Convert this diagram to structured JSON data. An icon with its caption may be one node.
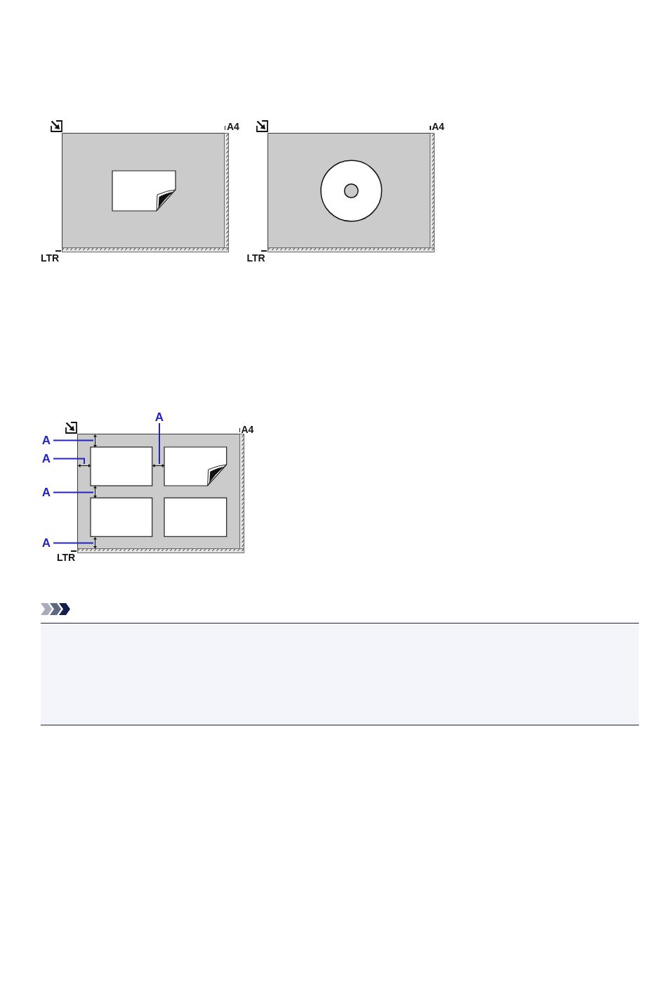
{
  "diagram": {
    "nodes": [
      {
        "text": [
          "A"
        ]
      },
      {
        "text": [
          "A"
        ]
      },
      {
        "text": [
          "A"
        ]
      },
      {
        "text": [
          "A"
        ]
      },
      {
        "text": [
          "A"
        ]
      },
      {
        "text": [],
        "shape": "arrow"
      },
      {
        "text": [],
        "shape": "arrow"
      },
      {
        "text": [],
        "shape": "arrow"
      },
      {
        "text": [],
        "shape": "arrow"
      },
      {
        "text": [],
        "shape": "arrow"
      }
    ],
    "edges": [
      {
        "from": 0,
        "to": 7,
        "arrow": "none"
      },
      {
        "from": 1,
        "to": 5,
        "arrow": "none"
      },
      {
        "from": 2,
        "to": 6,
        "arrow": "none"
      },
      {
        "from": 3,
        "to": 8,
        "arrow": "none"
      },
      {
        "from": 4,
        "to": 9,
        "arrow": "none"
      }
    ],
    "labels": [
      "A4",
      "LTR",
      "A4",
      "LTR",
      "A4",
      "LTR"
    ]
  }
}
